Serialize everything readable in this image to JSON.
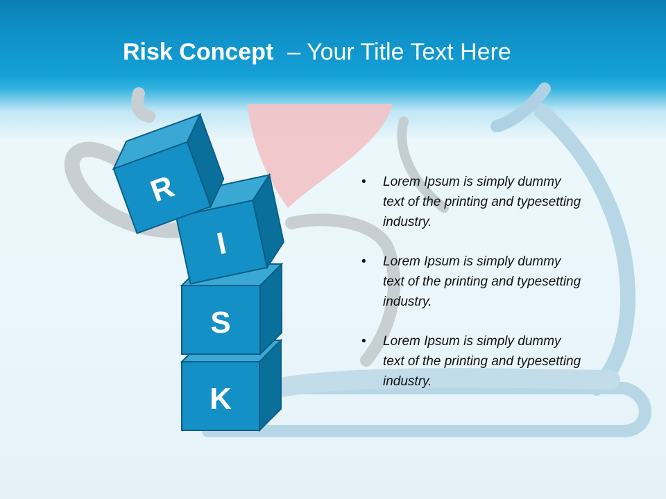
{
  "slide": {
    "title_bold": "Risk Concept",
    "title_rest": "– Your Title Text Here"
  },
  "blocks": {
    "letters": [
      "R",
      "I",
      "S",
      "K"
    ]
  },
  "bullets": [
    "Lorem Ipsum is simply dummy text of the printing and typesetting industry.",
    "Lorem Ipsum is simply dummy text of the printing and typesetting industry.",
    "Lorem Ipsum is simply dummy text of the printing and typesetting industry."
  ],
  "colors": {
    "header": "#0e8fc6",
    "block_front": "#1590c6",
    "block_top": "#3aa8d4",
    "block_side": "#0b6f9c",
    "block_edge": "#0a5f87",
    "accent_pink": "#f2c2c6"
  }
}
